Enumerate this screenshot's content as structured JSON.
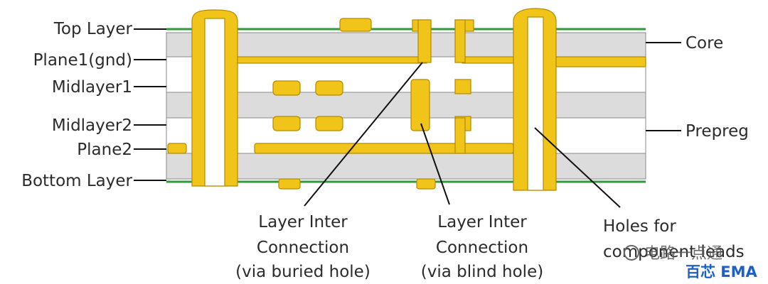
{
  "left_labels": {
    "top_layer": "Top Layer",
    "plane1": "Plane1(gnd)",
    "midlayer1": "Midlayer1",
    "midlayer2": "Midlayer2",
    "plane2": "Plane2",
    "bottom_layer": "Bottom Layer"
  },
  "right_labels": {
    "core": "Core",
    "prepreg": "Prepreg"
  },
  "captions": {
    "buried": [
      "Layer Inter",
      "Connection",
      "(via buried hole)"
    ],
    "blind": [
      "Layer Inter",
      "Connection",
      "(via blind hole)"
    ],
    "holes": [
      "Holes for",
      "component leads"
    ]
  },
  "watermark": {
    "line1": "电路一点通",
    "line2": "百芯 EMA"
  },
  "colors": {
    "copper": "#f0c419",
    "copper_stroke": "#b38a00",
    "core": "#dcdcdc",
    "prepreg": "#ffffff",
    "board_edge": "#8a8a8a",
    "solder_mask": "#2e9a3a",
    "line": "#111111"
  }
}
